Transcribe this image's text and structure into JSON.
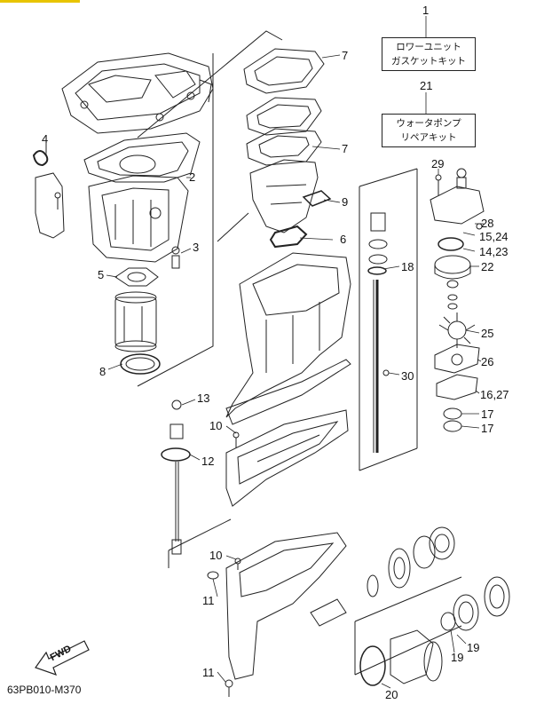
{
  "accent_color": "#e8c400",
  "kits": [
    {
      "number": "1",
      "lines": [
        "ロワーユニット",
        "ガスケットキット"
      ]
    },
    {
      "number": "21",
      "lines": [
        "ウォータポンプ",
        "リペアキット"
      ]
    }
  ],
  "callouts": [
    "2",
    "3",
    "4",
    "5",
    "6",
    "7",
    "7",
    "8",
    "9",
    "10",
    "10",
    "11",
    "11",
    "12",
    "13",
    "14,23",
    "15,24",
    "16,27",
    "17",
    "17",
    "18",
    "19",
    "19",
    "20",
    "22",
    "25",
    "26",
    "28",
    "29",
    "30"
  ],
  "fwd_label": "FWD",
  "document_code": "63PB010-M370"
}
